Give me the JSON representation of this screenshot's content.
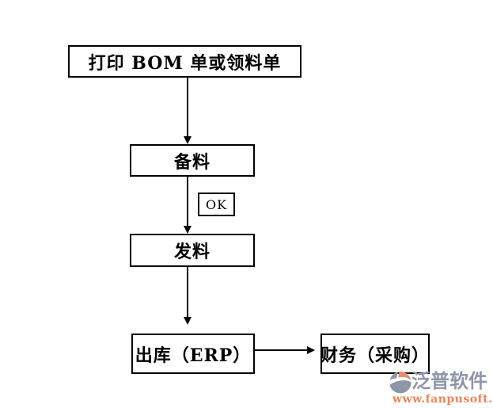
{
  "flowchart": {
    "nodes": [
      {
        "id": "print-bom",
        "label": "打印 BOM 单或领料单"
      },
      {
        "id": "prepare-material",
        "label": "备料"
      },
      {
        "id": "ok-tag",
        "label": "OK"
      },
      {
        "id": "issue-material",
        "label": "发料"
      },
      {
        "id": "outbound-erp",
        "label": "出库（ERP）"
      },
      {
        "id": "finance-purchase",
        "label": "财务（采购）"
      }
    ]
  },
  "watermark": {
    "brand": "泛普软件",
    "url": "www.fanpusoft.com"
  },
  "css_vars": {
    "bg": "#ffffff",
    "line": "#000000",
    "box-border": "#000000",
    "wm-grey": "#8e96a7",
    "wm-accent": "#e88d6b",
    "wm-url": "#e8845f"
  }
}
